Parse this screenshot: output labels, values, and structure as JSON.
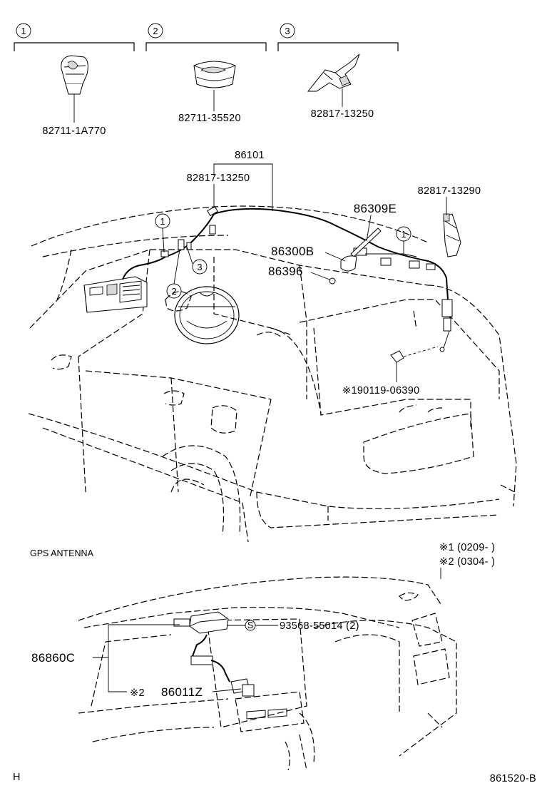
{
  "callouts": {
    "c1": "1",
    "c2": "2",
    "c3": "3",
    "s": "S"
  },
  "top_parts": {
    "p1": "82711-1A770",
    "p2": "82711-35520",
    "p3": "82817-13250"
  },
  "main": {
    "cable_assy": "86101",
    "clamp_left": "82817-13250",
    "clamp_right": "82817-13290",
    "antenna_rod": "86309E",
    "antenna_base": "86300B",
    "antenna_nut": "86396",
    "bolt": "※190119-06390"
  },
  "gps": {
    "section_title": "GPS ANTENNA",
    "note1": "※1 (0209-        )",
    "note2": "※2 (0304-        )",
    "screw": "93568-55014 (2)",
    "antenna": "86860C",
    "mark2": "※2",
    "receiver": "86011Z"
  },
  "footer": {
    "left": "H",
    "code": "861520-B"
  }
}
